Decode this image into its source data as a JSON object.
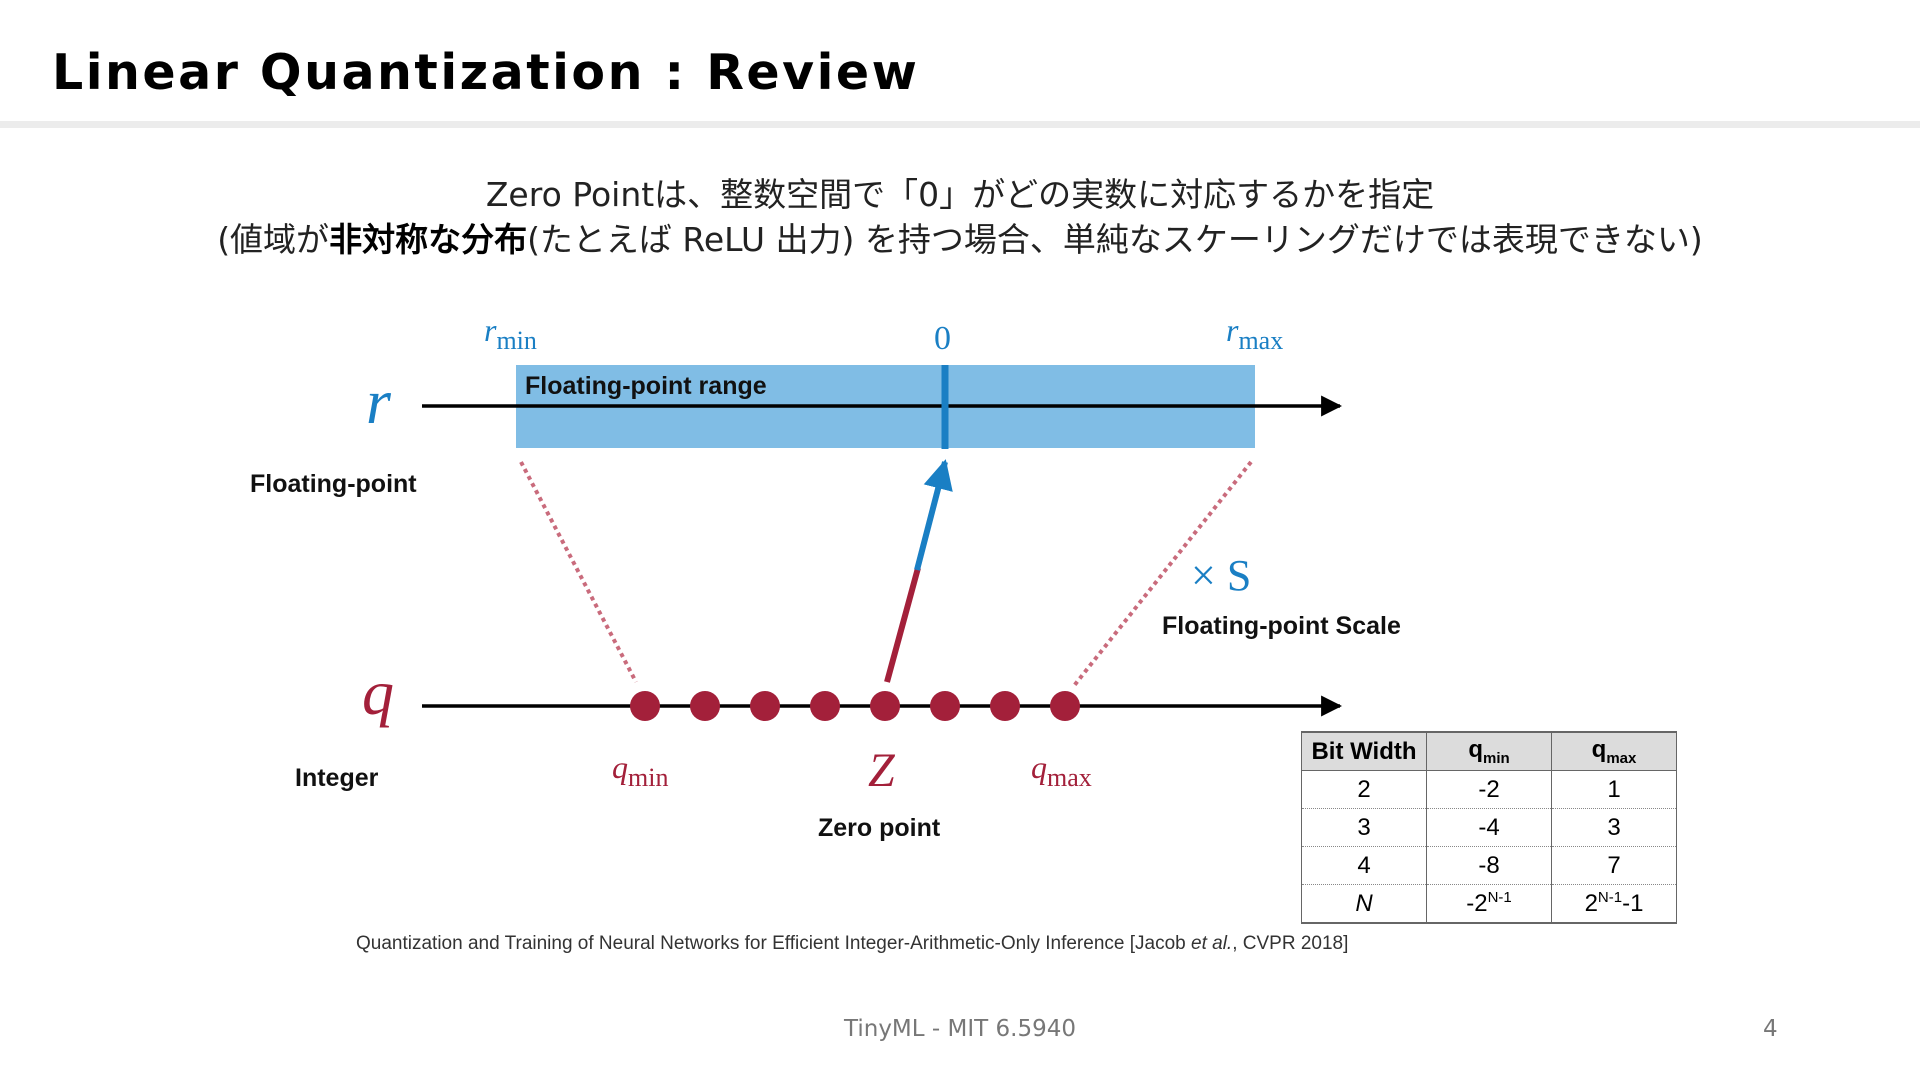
{
  "slide": {
    "title": "Linear Quantization : Review",
    "subtitle_line1": "Zero Pointは、整数空間で「0」がどの実数に対応するかを指定",
    "subtitle_line2_pre": "(値域が",
    "subtitle_line2_bold": "非対称な分布",
    "subtitle_line2_post": "(たとえば ReLU 出力) を持つ場合、単純なスケーリングだけでは表現できない)",
    "footer": "TinyML - MIT 6.5940",
    "page_number": "4"
  },
  "diagram": {
    "r_symbol": "r",
    "r_label": "Floating-point",
    "q_symbol": "q",
    "q_label": "Integer",
    "rmin_base": "r",
    "rmin_sub": "min",
    "rmax_base": "r",
    "rmax_sub": "max",
    "zero_label": "0",
    "range_label": "Floating-point range",
    "scale_symbol": "× S",
    "scale_label": "Floating-point Scale",
    "qmin_base": "q",
    "qmin_sub": "min",
    "qmax_base": "q",
    "qmax_sub": "max",
    "z_symbol": "Z",
    "z_label": "Zero point",
    "integer_points": 8,
    "colors": {
      "blue": "#1a7fc4",
      "red": "#a3203a",
      "range_fill": "#80bde5",
      "dotted": "#c96b7c"
    }
  },
  "table": {
    "headers": [
      {
        "text": "Bit Width",
        "sub": ""
      },
      {
        "text": "q",
        "sub": "min"
      },
      {
        "text": "q",
        "sub": "max"
      }
    ],
    "rows": [
      {
        "bw": "2",
        "min": "-2",
        "max": "1"
      },
      {
        "bw": "3",
        "min": "-4",
        "max": "3"
      },
      {
        "bw": "4",
        "min": "-8",
        "max": "7"
      }
    ],
    "n_row": {
      "bw": "N",
      "min_base": "-2",
      "min_sup": "N-1",
      "max_base": "2",
      "max_sup": "N-1",
      "max_tail": "-1"
    }
  },
  "citation": {
    "pre": "Quantization and Training of Neural Networks for Efficient Integer-Arithmetic-Only Inference  [Jacob ",
    "italic": "et al.",
    "post": ", CVPR 2018]"
  }
}
